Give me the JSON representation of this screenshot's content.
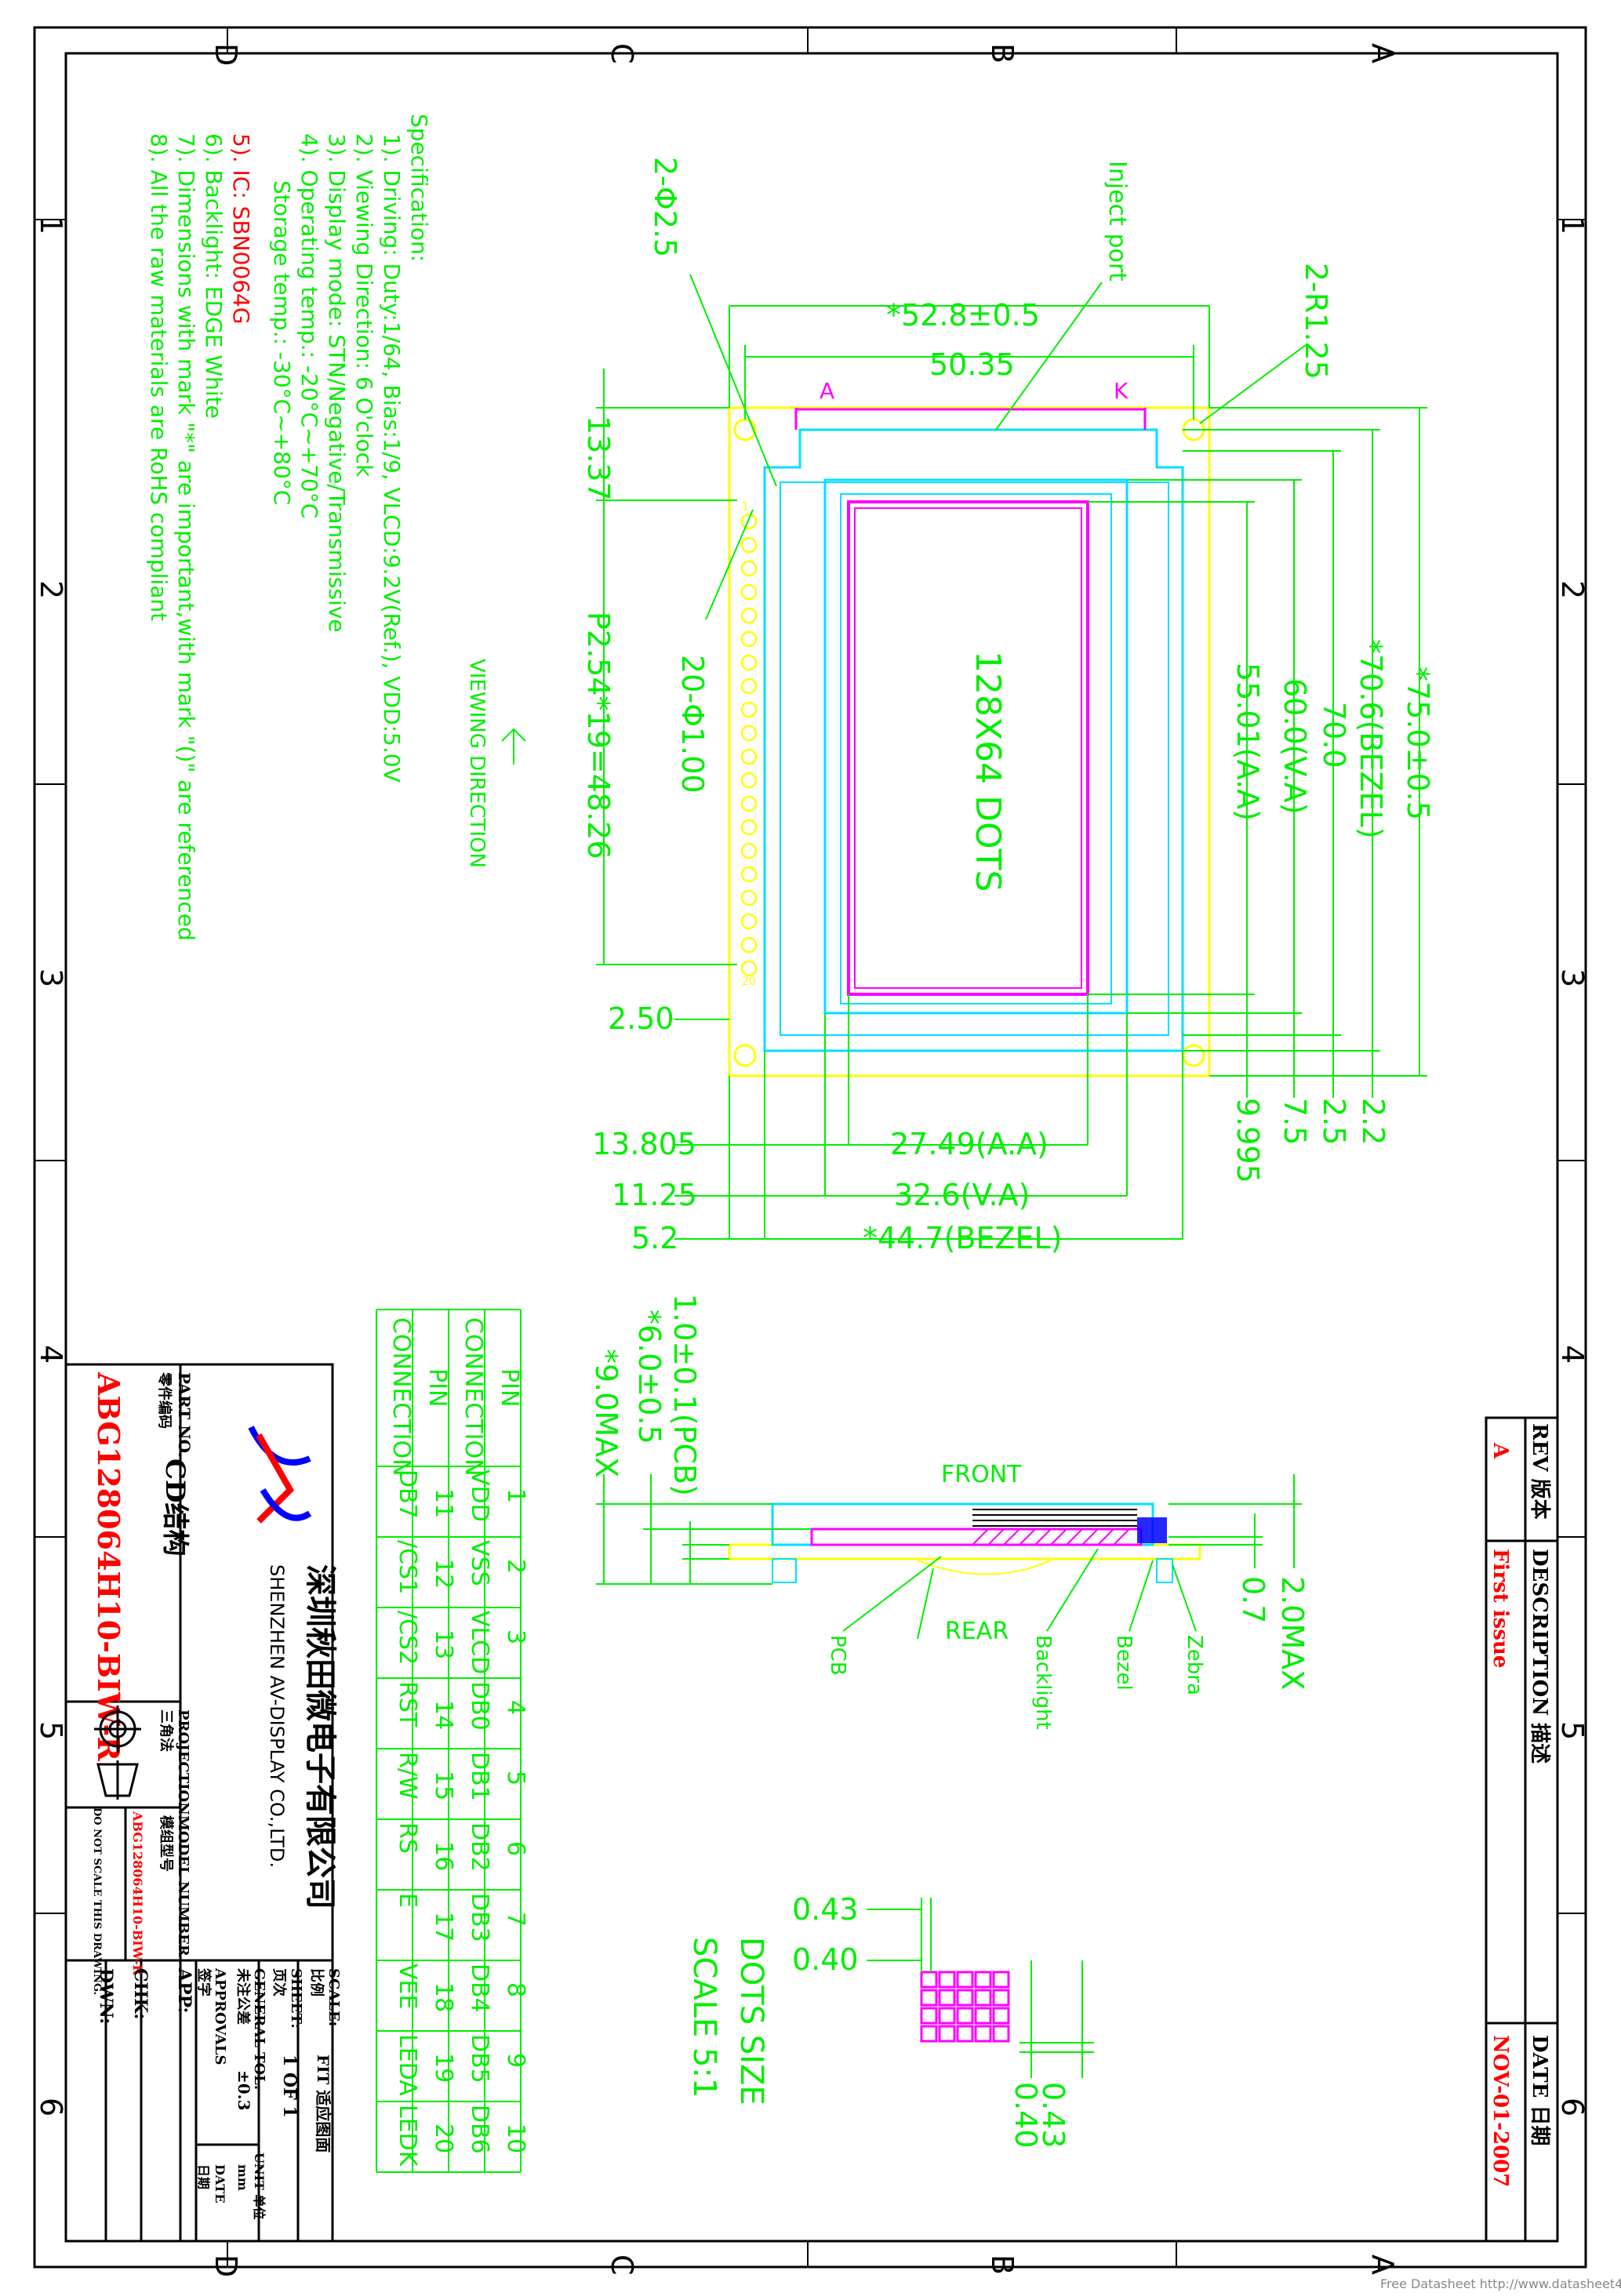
{
  "zones": {
    "letters": [
      "D",
      "C",
      "B",
      "A"
    ],
    "numbers": [
      "1",
      "2",
      "3",
      "4",
      "5",
      "6"
    ]
  },
  "spec": {
    "title": "Specification:",
    "lines": [
      "1). Driving: Duty:1/64, Bias:1/9, VLCD:9.2V(Ref.), VDD:5.0V",
      "2). Viewing Direction: 6 O'clock",
      "3). Display mode: STN/Negative/Transmissive",
      "4). Operating temp.: -20°C~+70°C",
      "Storage temp.: -30°C~+80°C",
      "5). IC: SBN0064G",
      "6). Backlight: EDGE White",
      "7). Dimensions with mark \"*\" are important,with mark \"()\" are referenced",
      "8). All the raw materials are RoHS compliant"
    ]
  },
  "front_view": {
    "label_A": "A",
    "label_K": "K",
    "inject_port": "Inject port",
    "holes": "2-Φ2.5",
    "corner_radius": "2-R1.25",
    "pins": "20-Φ1.00",
    "pin1": "1",
    "pin20": "20",
    "dots": "128X64 DOTS",
    "viewing_direction": "VIEWING DIRECTION",
    "dims": {
      "outline_w": "*52.8±0.5",
      "holes_w": "50.35",
      "pin_top": "13.37",
      "pin_pitch": "P2.54*19=48.26",
      "pin_left": "2.50",
      "aa_left": "13.805",
      "aa_w": "27.49(A.A)",
      "va_left": "11.25",
      "va_w": "32.6(V.A)",
      "bezel_left": "5.2",
      "bezel_w": "*44.7(BEZEL)",
      "outline_h": "*75.0±0.5",
      "bezel_h": "*70.6(BEZEL)",
      "h_70": "70.0",
      "va_h": "60.0(V.A)",
      "aa_h": "55.01(A.A)",
      "d_9995": "9.995",
      "d_75": "7.5",
      "d_25": "2.5",
      "d_22": "2.2"
    }
  },
  "side_view": {
    "front": "FRONT",
    "rear": "REAR",
    "pcb": "PCB",
    "backlight": "Backlight",
    "bezel": "Bezel",
    "zebra": "Zebra",
    "pcb_t": "1.0±0.1(PCB)",
    "t_60": "*6.0±0.5",
    "t_90": "*9.0MAX",
    "t_07": "0.7",
    "t_20": "2.0MAX"
  },
  "dot_detail": {
    "d1": "0.43",
    "d2": "0.40",
    "d3": "0.43",
    "d4": "0.40",
    "title": "DOTS SIZE",
    "scale": "SCALE 5:1"
  },
  "pin_table": {
    "header_pin": "PIN",
    "header_conn": "CONNECTION",
    "rows": [
      {
        "pins": [
          "1",
          "2",
          "3",
          "4",
          "5",
          "6",
          "7",
          "8",
          "9",
          "10"
        ],
        "conns": [
          "VDD",
          "VSS",
          "VLCD",
          "DB0",
          "DB1",
          "DB2",
          "DB3",
          "DB4",
          "DB5",
          "DB6"
        ]
      },
      {
        "pins": [
          "11",
          "12",
          "13",
          "14",
          "15",
          "16",
          "17",
          "18",
          "19",
          "20"
        ],
        "conns": [
          "DB7",
          "/CS1",
          "/CS2",
          "RST",
          "R/W",
          "RS",
          "E",
          "VEE",
          "LEDA",
          "LEDK"
        ]
      }
    ]
  },
  "revision": {
    "h_rev": "REV 版本",
    "h_desc": "DESCRIPTION 描述",
    "h_date": "DATE 日期",
    "rev": "A",
    "desc": "First issue",
    "date": "NOV-01-2007"
  },
  "title_block": {
    "company_cn": "深圳秋田微电子有限公司",
    "company_en": "SHENZHEN AV-DISPLAY CO.,LTD.",
    "part_no_label": "PART NO.",
    "part_no_cn": "零件编码",
    "part_name": "CD结构",
    "part_number": "ABG128064H10-BIW-R",
    "projection_label": "PROJECTION",
    "projection_cn": "三角法",
    "model_label": "MODEL NUMBER",
    "model_cn": "模组型号",
    "model_value": "ABG128064H10-BIW-R",
    "do_not_scale": "DO NOT SCALE THIS DRAWING.",
    "scale_label": "SCALE:",
    "scale_cn": "比例",
    "scale_value": "FIT 适应图面",
    "sheet_label": "SHEET:",
    "sheet_cn": "页次",
    "sheet_value": "1 OF 1",
    "tol_label": "GENERAL TOL.",
    "tol_cn": "未注公差",
    "tol_value": "±0.3",
    "unit_label": "UNIT 单位",
    "unit_value": "mm",
    "approvals": "APPROVALS",
    "approvals_cn": "签字",
    "date_label": "DATE",
    "date_cn": "日期",
    "app": "APP:",
    "chk": "CHK:",
    "dwn": "DWN:"
  },
  "watermark": "Free Datasheet http://www.datasheet4u.com/",
  "colors": {
    "green": "#00ee00",
    "magenta": "#ff00ff",
    "cyan": "#00e0ff",
    "yellow": "#ffff00",
    "red": "#ff0000",
    "blue": "#0000ff"
  }
}
